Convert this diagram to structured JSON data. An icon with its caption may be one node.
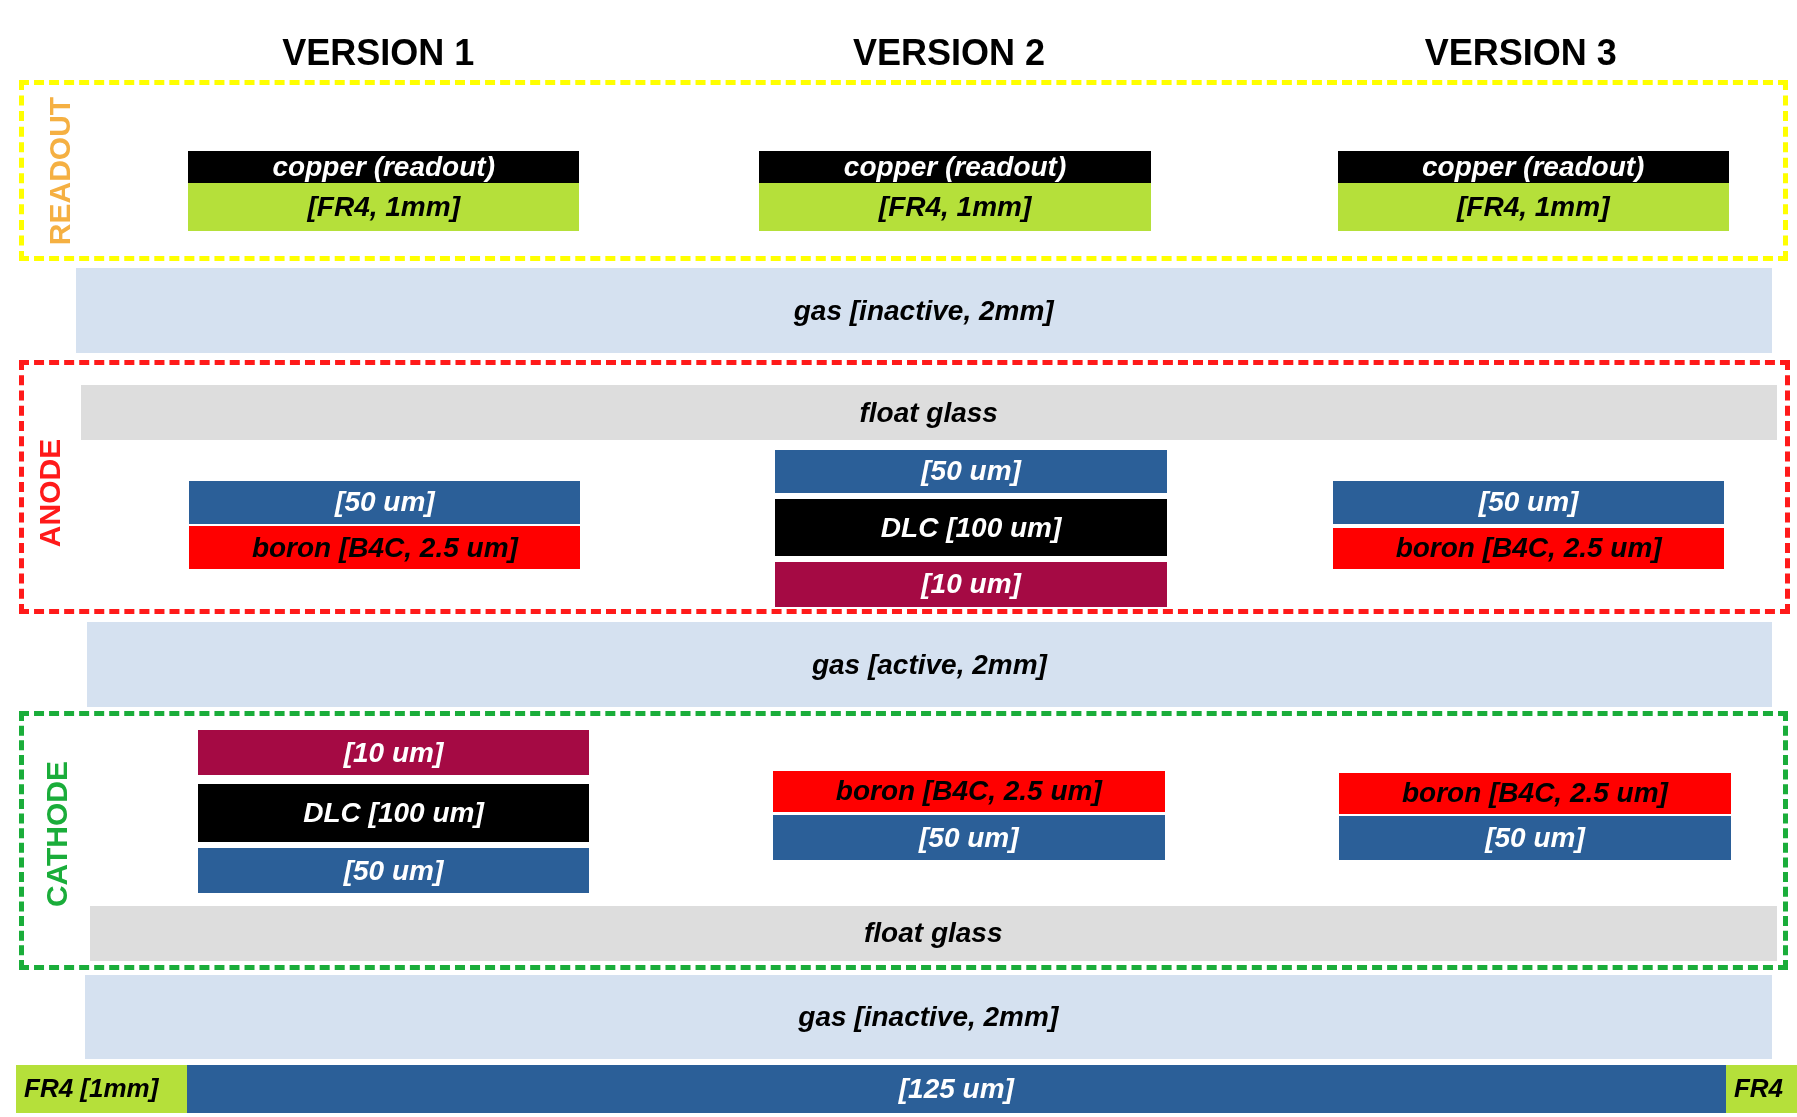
{
  "diagram": {
    "nodes": [
      {
        "text": [
          "READOUT"
        ]
      },
      {
        "text": [
          "copper (readout)"
        ],
        "in": 0
      },
      {
        "text": [
          "copper (readout)"
        ],
        "in": 0
      },
      {
        "text": [
          "copper (readout)"
        ],
        "in": 0
      },
      {
        "text": [
          "[FR4, 1mm]"
        ],
        "in": 0
      },
      {
        "text": [
          "[FR4, 1mm]"
        ],
        "in": 0
      },
      {
        "text": [
          "[FR4, 1mm]"
        ],
        "in": 0
      },
      {
        "text": [
          "gas [inactive, 2mm]"
        ]
      },
      {
        "text": [
          "ANODE"
        ]
      },
      {
        "text": [
          "float glass"
        ],
        "in": 8
      },
      {
        "text": [
          "[50 um]"
        ],
        "in": 8
      },
      {
        "text": [
          "boron [B4C, 2.5 um]"
        ],
        "in": 8
      },
      {
        "text": [
          "[50 um]"
        ],
        "in": 8
      },
      {
        "text": [
          "DLC [100 um]"
        ],
        "in": 8
      },
      {
        "text": [
          "[10 um]"
        ],
        "in": 8
      },
      {
        "text": [
          "[50 um]"
        ],
        "in": 8
      },
      {
        "text": [
          "boron [B4C, 2.5 um]"
        ],
        "in": 8
      },
      {
        "text": [
          "gas [active, 2mm]"
        ]
      },
      {
        "text": [
          "CATHODE"
        ]
      },
      {
        "text": [
          "[10 um]"
        ],
        "in": 18
      },
      {
        "text": [
          "DLC [100 um]"
        ],
        "in": 18
      },
      {
        "text": [
          "[50 um]"
        ],
        "in": 18
      },
      {
        "text": [
          "boron [B4C, 2.5 um]"
        ],
        "in": 18
      },
      {
        "text": [
          "[50 um]"
        ],
        "in": 18
      },
      {
        "text": [
          "boron [B4C, 2.5 um]"
        ],
        "in": 18
      },
      {
        "text": [
          "[50 um]"
        ],
        "in": 18
      },
      {
        "text": [
          "float glass"
        ],
        "in": 18
      },
      {
        "text": [
          "gas [inactive, 2mm]"
        ]
      },
      {
        "text": [
          "FR4 [1mm]"
        ]
      },
      {
        "text": [
          "[125 um]"
        ]
      },
      {
        "text": [
          "FR4"
        ]
      }
    ],
    "labels": [
      "VERSION 1",
      "VERSION 2",
      "VERSION 3"
    ]
  }
}
